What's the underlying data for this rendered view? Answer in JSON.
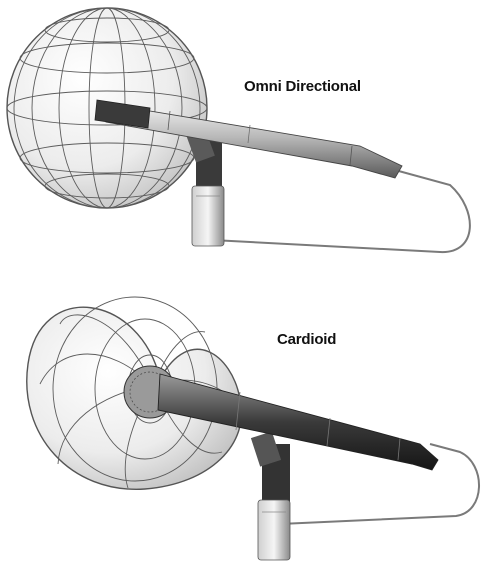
{
  "diagrams": [
    {
      "label": "Omni Directional",
      "pattern": "omnidirectional"
    },
    {
      "label": "Cardioid",
      "pattern": "cardioid"
    }
  ],
  "colors": {
    "background": "#ffffff",
    "sphere_fill": "#eeeeee",
    "grid_line": "#555555",
    "mic_body": "#9a9a9a",
    "mic_dark": "#2a2a2a",
    "cable": "#777777"
  }
}
